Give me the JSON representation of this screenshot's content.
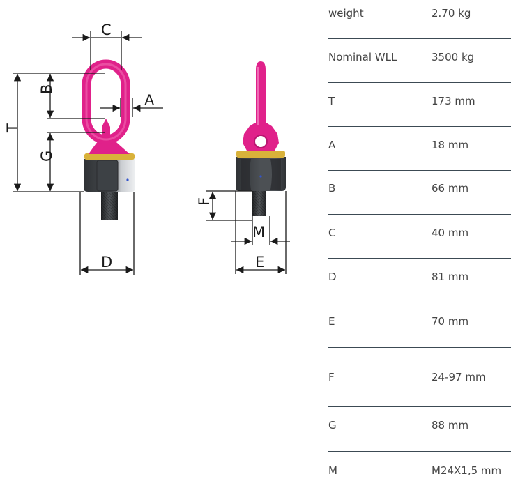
{
  "drawing": {
    "colors": {
      "ring": "#e0218a",
      "nut": "#3a3d40",
      "nut_light": "#e4e6e8",
      "bolt": "#2e3033",
      "gold": "#c9a227",
      "dimension": "#1a1a1a"
    },
    "labels": {
      "T": "T",
      "B": "B",
      "G": "G",
      "C": "C",
      "A": "A",
      "D": "D",
      "F": "F",
      "M": "M",
      "E": "E"
    }
  },
  "specs": [
    {
      "name": "weight",
      "value": "2.70 kg"
    },
    {
      "name": "Nominal WLL",
      "value": "3500 kg"
    },
    {
      "name": "T",
      "value": "173 mm"
    },
    {
      "name": "A",
      "value": "18 mm"
    },
    {
      "name": "B",
      "value": "66 mm"
    },
    {
      "name": "C",
      "value": "40 mm"
    },
    {
      "name": "D",
      "value": "81 mm"
    },
    {
      "name": "E",
      "value": "70 mm"
    },
    {
      "name": "F",
      "value": "24-97 mm"
    },
    {
      "name": "G",
      "value": "88 mm"
    },
    {
      "name": "M",
      "value": "M24X1,5 mm"
    }
  ]
}
